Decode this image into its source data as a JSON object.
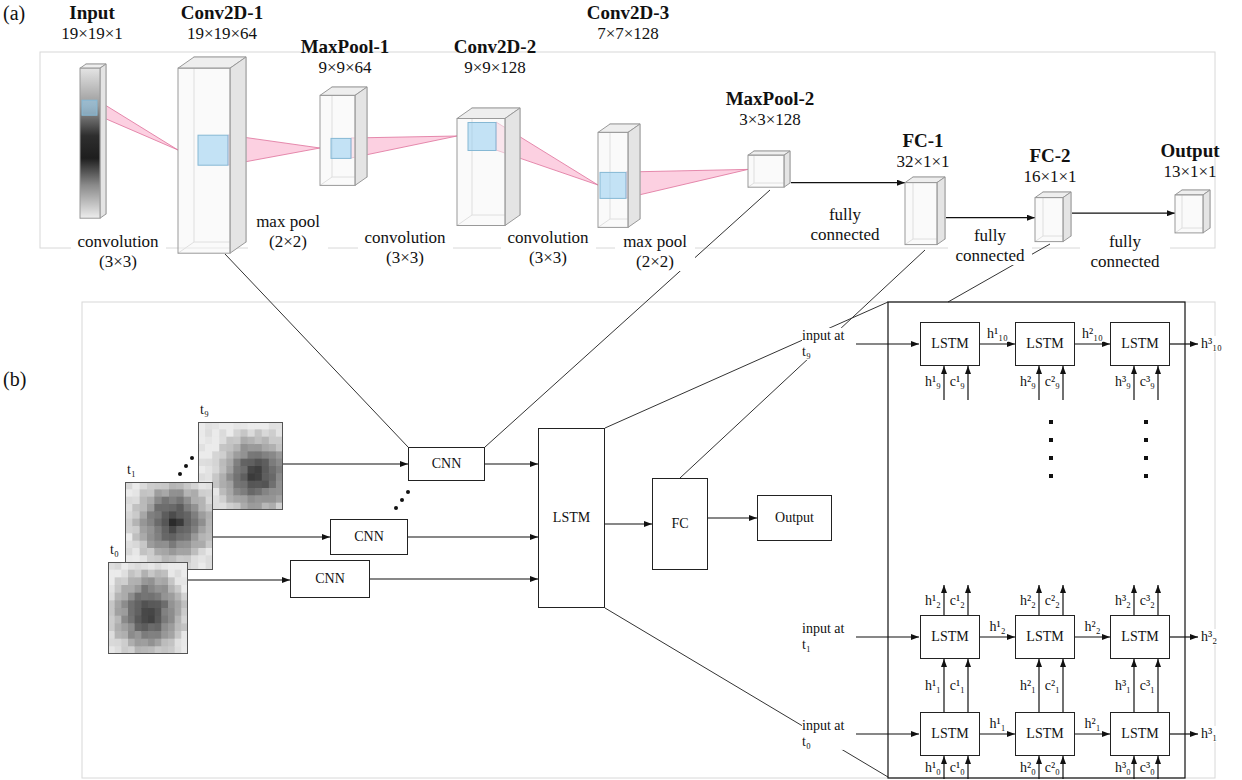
{
  "diagram": {
    "nodes": [
      {
        "text": [
          "Input",
          "19×19×1"
        ]
      },
      {
        "text": [
          "Conv2D-1",
          "19×19×64"
        ]
      },
      {
        "text": [
          "MaxPool-1",
          "9×9×64"
        ]
      },
      {
        "text": [
          "Conv2D-2",
          "9×9×128"
        ]
      },
      {
        "text": [
          "Conv2D-3",
          "7×7×128"
        ]
      },
      {
        "text": [
          "MaxPool-2",
          "3×3×128"
        ]
      },
      {
        "text": [
          "FC-1",
          "32×1×1"
        ]
      },
      {
        "text": [
          "FC-2",
          "16×1×1"
        ]
      },
      {
        "text": [
          "Output",
          "13×1×1"
        ]
      },
      {
        "text": [
          "t₀"
        ]
      },
      {
        "text": [
          "t₁"
        ]
      },
      {
        "text": [
          "t₉"
        ]
      },
      {
        "text": [
          "CNN"
        ]
      },
      {
        "text": [
          "CNN"
        ]
      },
      {
        "text": [
          "CNN"
        ]
      },
      {
        "text": [
          "LSTM"
        ]
      },
      {
        "text": [
          "FC"
        ]
      },
      {
        "text": [
          "Output"
        ]
      },
      {
        "text": [
          "LSTM"
        ]
      },
      {
        "text": [
          "LSTM"
        ]
      },
      {
        "text": [
          "LSTM"
        ]
      },
      {
        "text": [
          "LSTM"
        ]
      },
      {
        "text": [
          "LSTM"
        ]
      },
      {
        "text": [
          "LSTM"
        ]
      },
      {
        "text": [
          "LSTM"
        ]
      },
      {
        "text": [
          "LSTM"
        ]
      },
      {
        "text": [
          "LSTM"
        ]
      }
    ],
    "edges": [
      {
        "from": 0,
        "to": 1,
        "arrow": "none",
        "label": "convolution (3×3)"
      },
      {
        "from": 1,
        "to": 2,
        "arrow": "none",
        "label": "max pool (2×2)"
      },
      {
        "from": 2,
        "to": 3,
        "arrow": "none",
        "label": "convolution (3×3)"
      },
      {
        "from": 3,
        "to": 4,
        "arrow": "none",
        "label": "convolution (3×3)"
      },
      {
        "from": 4,
        "to": 5,
        "arrow": "none",
        "label": "max pool (2×2)"
      },
      {
        "from": 5,
        "to": 6,
        "arrow": "to",
        "label": "fully connected"
      },
      {
        "from": 6,
        "to": 7,
        "arrow": "to",
        "label": "fully connected"
      },
      {
        "from": 7,
        "to": 8,
        "arrow": "to",
        "label": "fully connected"
      },
      {
        "from": 9,
        "to": 12,
        "arrow": "to"
      },
      {
        "from": 10,
        "to": 13,
        "arrow": "to"
      },
      {
        "from": 11,
        "to": 14,
        "arrow": "to"
      },
      {
        "from": 12,
        "to": 15,
        "arrow": "to"
      },
      {
        "from": 13,
        "to": 15,
        "arrow": "to"
      },
      {
        "from": 14,
        "to": 15,
        "arrow": "to"
      },
      {
        "from": 15,
        "to": 16,
        "arrow": "to"
      },
      {
        "from": 16,
        "to": 17,
        "arrow": "to"
      },
      {
        "from": 18,
        "to": 19,
        "arrow": "to",
        "label": "h¹₁₀"
      },
      {
        "from": 19,
        "to": 20,
        "arrow": "to",
        "label": "h²₁₀"
      },
      {
        "from": 21,
        "to": 22,
        "arrow": "to",
        "label": "h¹₂"
      },
      {
        "from": 22,
        "to": 23,
        "arrow": "to",
        "label": "h²₂"
      },
      {
        "from": 24,
        "to": 25,
        "arrow": "to",
        "label": "h¹₁"
      },
      {
        "from": 25,
        "to": 26,
        "arrow": "to",
        "label": "h²₁"
      },
      {
        "from": 24,
        "to": 21,
        "arrow": "to",
        "label": "h¹₁"
      },
      {
        "from": 24,
        "to": 21,
        "arrow": "to",
        "label": "c¹₁"
      },
      {
        "from": 25,
        "to": 22,
        "arrow": "to",
        "label": "h²₁"
      },
      {
        "from": 25,
        "to": 22,
        "arrow": "to",
        "label": "c²₁"
      },
      {
        "from": 26,
        "to": 23,
        "arrow": "to",
        "label": "h³₁"
      },
      {
        "from": 26,
        "to": 23,
        "arrow": "to",
        "label": "c³₁"
      }
    ],
    "labels": [
      "(a)",
      "(b)",
      "input at t₉",
      "input at t₁",
      "input at t₀",
      "h¹₉",
      "c¹₉",
      "h²₉",
      "c²₉",
      "h³₉",
      "c³₉",
      "h¹₂",
      "c¹₂",
      "h²₂",
      "c²₂",
      "h³₂",
      "c³₂",
      "h³₁₀",
      "h³₂",
      "h³₁",
      "h¹₀",
      "c¹₀",
      "h²₀",
      "c²₀",
      "h³₀",
      "c³₀"
    ]
  }
}
